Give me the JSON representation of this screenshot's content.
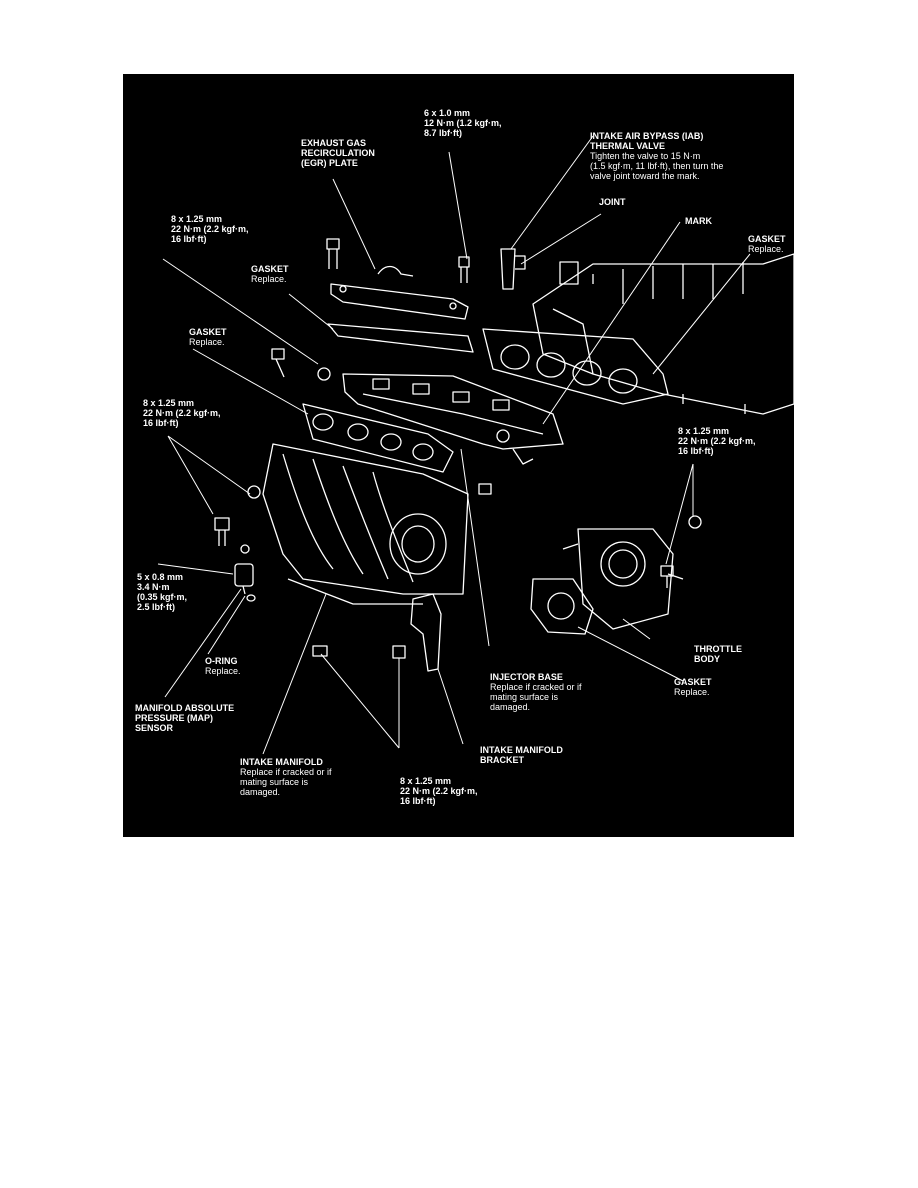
{
  "colors": {
    "page_background": "#ffffff",
    "panel_background": "#000000",
    "ink": "#ffffff"
  },
  "labels": {
    "bolt_6x10": {
      "lines": [
        "6 x 1.0 mm",
        "12 N·m (1.2 kgf·m,",
        "8.7 lbf·ft)"
      ]
    },
    "egr_plate": {
      "lines": [
        "EXHAUST GAS",
        "RECIRCULATION",
        "(EGR) PLATE"
      ]
    },
    "iab_valve": {
      "title": [
        "INTAKE AIR BYPASS (IAB)",
        "THERMAL VALVE"
      ],
      "notes": [
        "Tighten the valve to 15 N·m",
        "(1.5 kgf·m, 11 lbf·ft), then turn the",
        "valve joint toward the mark."
      ]
    },
    "joint": {
      "lines": [
        "JOINT"
      ]
    },
    "mark": {
      "lines": [
        "MARK"
      ]
    },
    "gasket_right": {
      "title": [
        "GASKET"
      ],
      "notes": [
        "Replace."
      ]
    },
    "bolt_top_left": {
      "lines": [
        "8 x 1.25 mm",
        "22 N·m (2.2 kgf·m,",
        "16 lbf·ft)"
      ]
    },
    "gasket_egr": {
      "title": [
        "GASKET"
      ],
      "notes": [
        "Replace."
      ]
    },
    "gasket_injector": {
      "title": [
        "GASKET"
      ],
      "notes": [
        "Replace."
      ]
    },
    "bolt_left": {
      "lines": [
        "8 x 1.25 mm",
        "22 N·m (2.2 kgf·m,",
        "16 lbf·ft)"
      ]
    },
    "bolt_right": {
      "lines": [
        "8 x 1.25 mm",
        "22 N·m (2.2 kgf·m,",
        "16 lbf·ft)"
      ]
    },
    "bolt_map": {
      "lines": [
        "5 x 0.8 mm",
        "3.4 N·m",
        "(0.35 kgf·m,",
        "2.5 lbf·ft)"
      ]
    },
    "o_ring": {
      "title": [
        "O-RING"
      ],
      "notes": [
        "Replace."
      ]
    },
    "throttle_body": {
      "lines": [
        "THROTTLE",
        "BODY"
      ]
    },
    "injector_base": {
      "title": [
        "INJECTOR BASE"
      ],
      "notes": [
        "Replace if cracked or if",
        "mating surface is",
        "damaged."
      ]
    },
    "gasket_throttle": {
      "title": [
        "GASKET"
      ],
      "notes": [
        "Replace."
      ]
    },
    "map_sensor": {
      "lines": [
        "MANIFOLD ABSOLUTE",
        "PRESSURE (MAP)",
        "SENSOR"
      ]
    },
    "intake_manifold_bracket": {
      "lines": [
        "INTAKE MANIFOLD",
        "BRACKET"
      ]
    },
    "intake_manifold": {
      "title": [
        "INTAKE MANIFOLD"
      ],
      "notes": [
        "Replace if cracked or if",
        "mating surface is",
        "damaged."
      ]
    },
    "bolt_bottom": {
      "lines": [
        "8 x 1.25 mm",
        "22 N·m (2.2 kgf·m,",
        "16 lbf·ft)"
      ]
    }
  }
}
